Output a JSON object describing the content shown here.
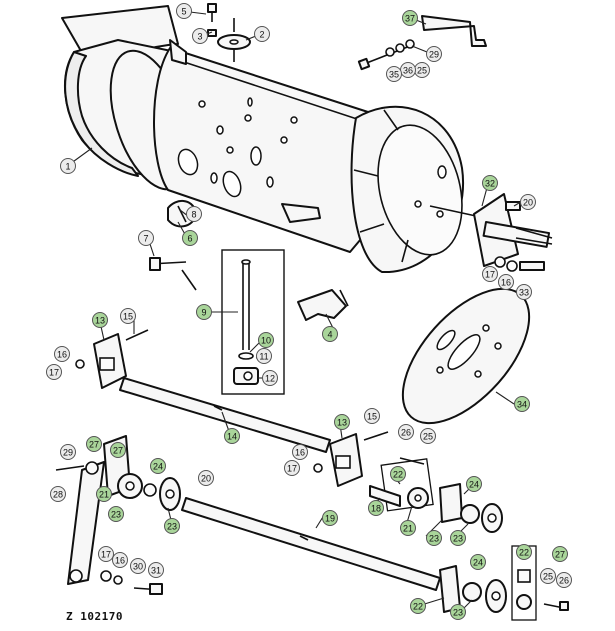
{
  "drawing_code": "Z 102170",
  "colors": {
    "callout_default": "#ececec",
    "callout_highlighted": "#a9d59a",
    "line": "#111111"
  },
  "callouts": [
    {
      "label": "5",
      "highlighted": false
    },
    {
      "label": "3",
      "highlighted": false
    },
    {
      "label": "2",
      "highlighted": false
    },
    {
      "label": "1",
      "highlighted": false
    },
    {
      "label": "8",
      "highlighted": false
    },
    {
      "label": "6",
      "highlighted": true
    },
    {
      "label": "7",
      "highlighted": false
    },
    {
      "label": "37",
      "highlighted": true
    },
    {
      "label": "29",
      "highlighted": false
    },
    {
      "label": "25",
      "highlighted": false
    },
    {
      "label": "36",
      "highlighted": false
    },
    {
      "label": "35",
      "highlighted": false
    },
    {
      "label": "32",
      "highlighted": true
    },
    {
      "label": "20",
      "highlighted": false
    },
    {
      "label": "17",
      "highlighted": false
    },
    {
      "label": "16",
      "highlighted": false
    },
    {
      "label": "33",
      "highlighted": false
    },
    {
      "label": "34",
      "highlighted": true
    },
    {
      "label": "9",
      "highlighted": true
    },
    {
      "label": "10",
      "highlighted": true
    },
    {
      "label": "11",
      "highlighted": false
    },
    {
      "label": "12",
      "highlighted": false
    },
    {
      "label": "4",
      "highlighted": true
    },
    {
      "label": "13",
      "highlighted": true
    },
    {
      "label": "15",
      "highlighted": false
    },
    {
      "label": "16",
      "highlighted": false
    },
    {
      "label": "17",
      "highlighted": false
    },
    {
      "label": "14",
      "highlighted": true
    },
    {
      "label": "13",
      "highlighted": true
    },
    {
      "label": "15",
      "highlighted": false
    },
    {
      "label": "16",
      "highlighted": false
    },
    {
      "label": "17",
      "highlighted": false
    },
    {
      "label": "26",
      "highlighted": false
    },
    {
      "label": "25",
      "highlighted": false
    },
    {
      "label": "22",
      "highlighted": true
    },
    {
      "label": "18",
      "highlighted": true
    },
    {
      "label": "21",
      "highlighted": true
    },
    {
      "label": "24",
      "highlighted": true
    },
    {
      "label": "23",
      "highlighted": true
    },
    {
      "label": "23",
      "highlighted": true
    },
    {
      "label": "29",
      "highlighted": false
    },
    {
      "label": "27",
      "highlighted": true
    },
    {
      "label": "27",
      "highlighted": true
    },
    {
      "label": "28",
      "highlighted": false
    },
    {
      "label": "21",
      "highlighted": true
    },
    {
      "label": "23",
      "highlighted": true
    },
    {
      "label": "24",
      "highlighted": true
    },
    {
      "label": "20",
      "highlighted": false
    },
    {
      "label": "23",
      "highlighted": true
    },
    {
      "label": "19",
      "highlighted": true
    },
    {
      "label": "17",
      "highlighted": false
    },
    {
      "label": "16",
      "highlighted": false
    },
    {
      "label": "30",
      "highlighted": false
    },
    {
      "label": "31",
      "highlighted": false
    },
    {
      "label": "22",
      "highlighted": true
    },
    {
      "label": "27",
      "highlighted": true
    },
    {
      "label": "24",
      "highlighted": true
    },
    {
      "label": "25",
      "highlighted": false
    },
    {
      "label": "26",
      "highlighted": false
    },
    {
      "label": "22",
      "highlighted": true
    },
    {
      "label": "23",
      "highlighted": true
    }
  ]
}
